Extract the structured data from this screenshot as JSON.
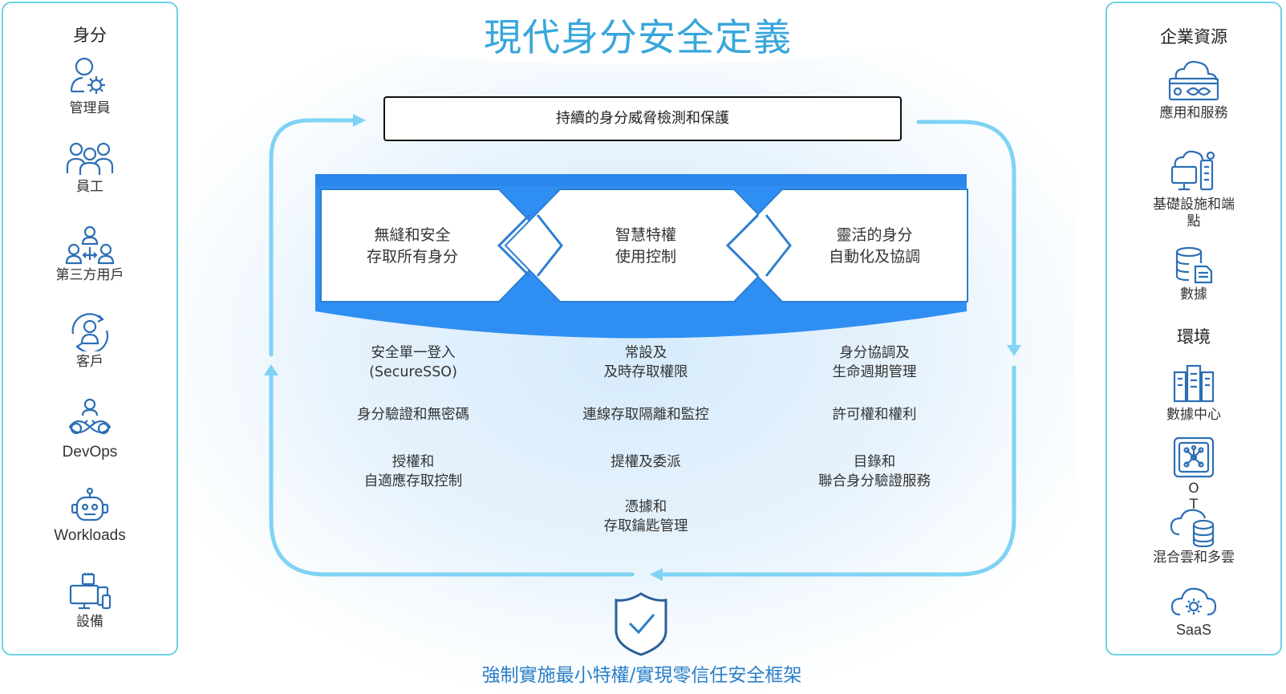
{
  "title": "現代身分安全定義",
  "top_box": "持續的身分威脅檢測和保護",
  "bottom_title": "強制實施最小特權/實現零信任安全框架",
  "left_panel": {
    "title": "身分",
    "items": [
      {
        "label": "管理員",
        "icon": "admin-gear-icon"
      },
      {
        "label": "員工",
        "icon": "employees-icon"
      },
      {
        "label": "第三方用戶",
        "icon": "third-party-users-icon"
      },
      {
        "label": "客戶",
        "icon": "customer-cycle-icon"
      },
      {
        "label": "DevOps",
        "icon": "devops-icon"
      },
      {
        "label": "Workloads",
        "icon": "robot-icon"
      },
      {
        "label": "設備",
        "icon": "devices-icon"
      }
    ]
  },
  "right_panel": {
    "title": "企業資源",
    "items_top": [
      {
        "label": "應用和服務",
        "icon": "cloud-apps-icon"
      },
      {
        "label": "基礎設施和端點",
        "icon": "infrastructure-icon"
      },
      {
        "label": "數據",
        "icon": "database-icon"
      }
    ],
    "env_title": "環境",
    "items_env": [
      {
        "label": "數據中心",
        "icon": "datacenter-icon"
      },
      {
        "label": "OT",
        "icon": "ot-network-icon"
      },
      {
        "label": "混合雲和多雲",
        "icon": "hybrid-cloud-icon"
      },
      {
        "label": "SaaS",
        "icon": "saas-gear-icon"
      }
    ]
  },
  "capabilities": [
    {
      "line1": "無縫和安全",
      "line2": "存取所有身分"
    },
    {
      "line1": "智慧特權",
      "line2": "使用控制"
    },
    {
      "line1": "靈活的身分",
      "line2": "自動化及協調"
    }
  ],
  "features": {
    "col1": [
      {
        "line1": "安全單一登入",
        "line2": "(SecureSSO)"
      },
      {
        "line1": "身分驗證和無密碼",
        "line2": ""
      },
      {
        "line1": "授權和",
        "line2": "自適應存取控制"
      }
    ],
    "col2": [
      {
        "line1": "常設及",
        "line2": "及時存取權限"
      },
      {
        "line1": "連線存取隔離和監控",
        "line2": ""
      },
      {
        "line1": "提權及委派",
        "line2": ""
      },
      {
        "line1": "憑據和",
        "line2": "存取鑰匙管理"
      }
    ],
    "col3": [
      {
        "line1": "身分協調及",
        "line2": "生命週期管理"
      },
      {
        "line1": "許可權和權利",
        "line2": ""
      },
      {
        "line1": "目錄和",
        "line2": "聯合身分驗證服務"
      }
    ]
  },
  "colors": {
    "accent": "#38a6dc",
    "band": "#2f8ef2",
    "cycle": "#7fd3f3",
    "panel_border": "#6cd0e6",
    "icon": "#2c6fb5"
  }
}
